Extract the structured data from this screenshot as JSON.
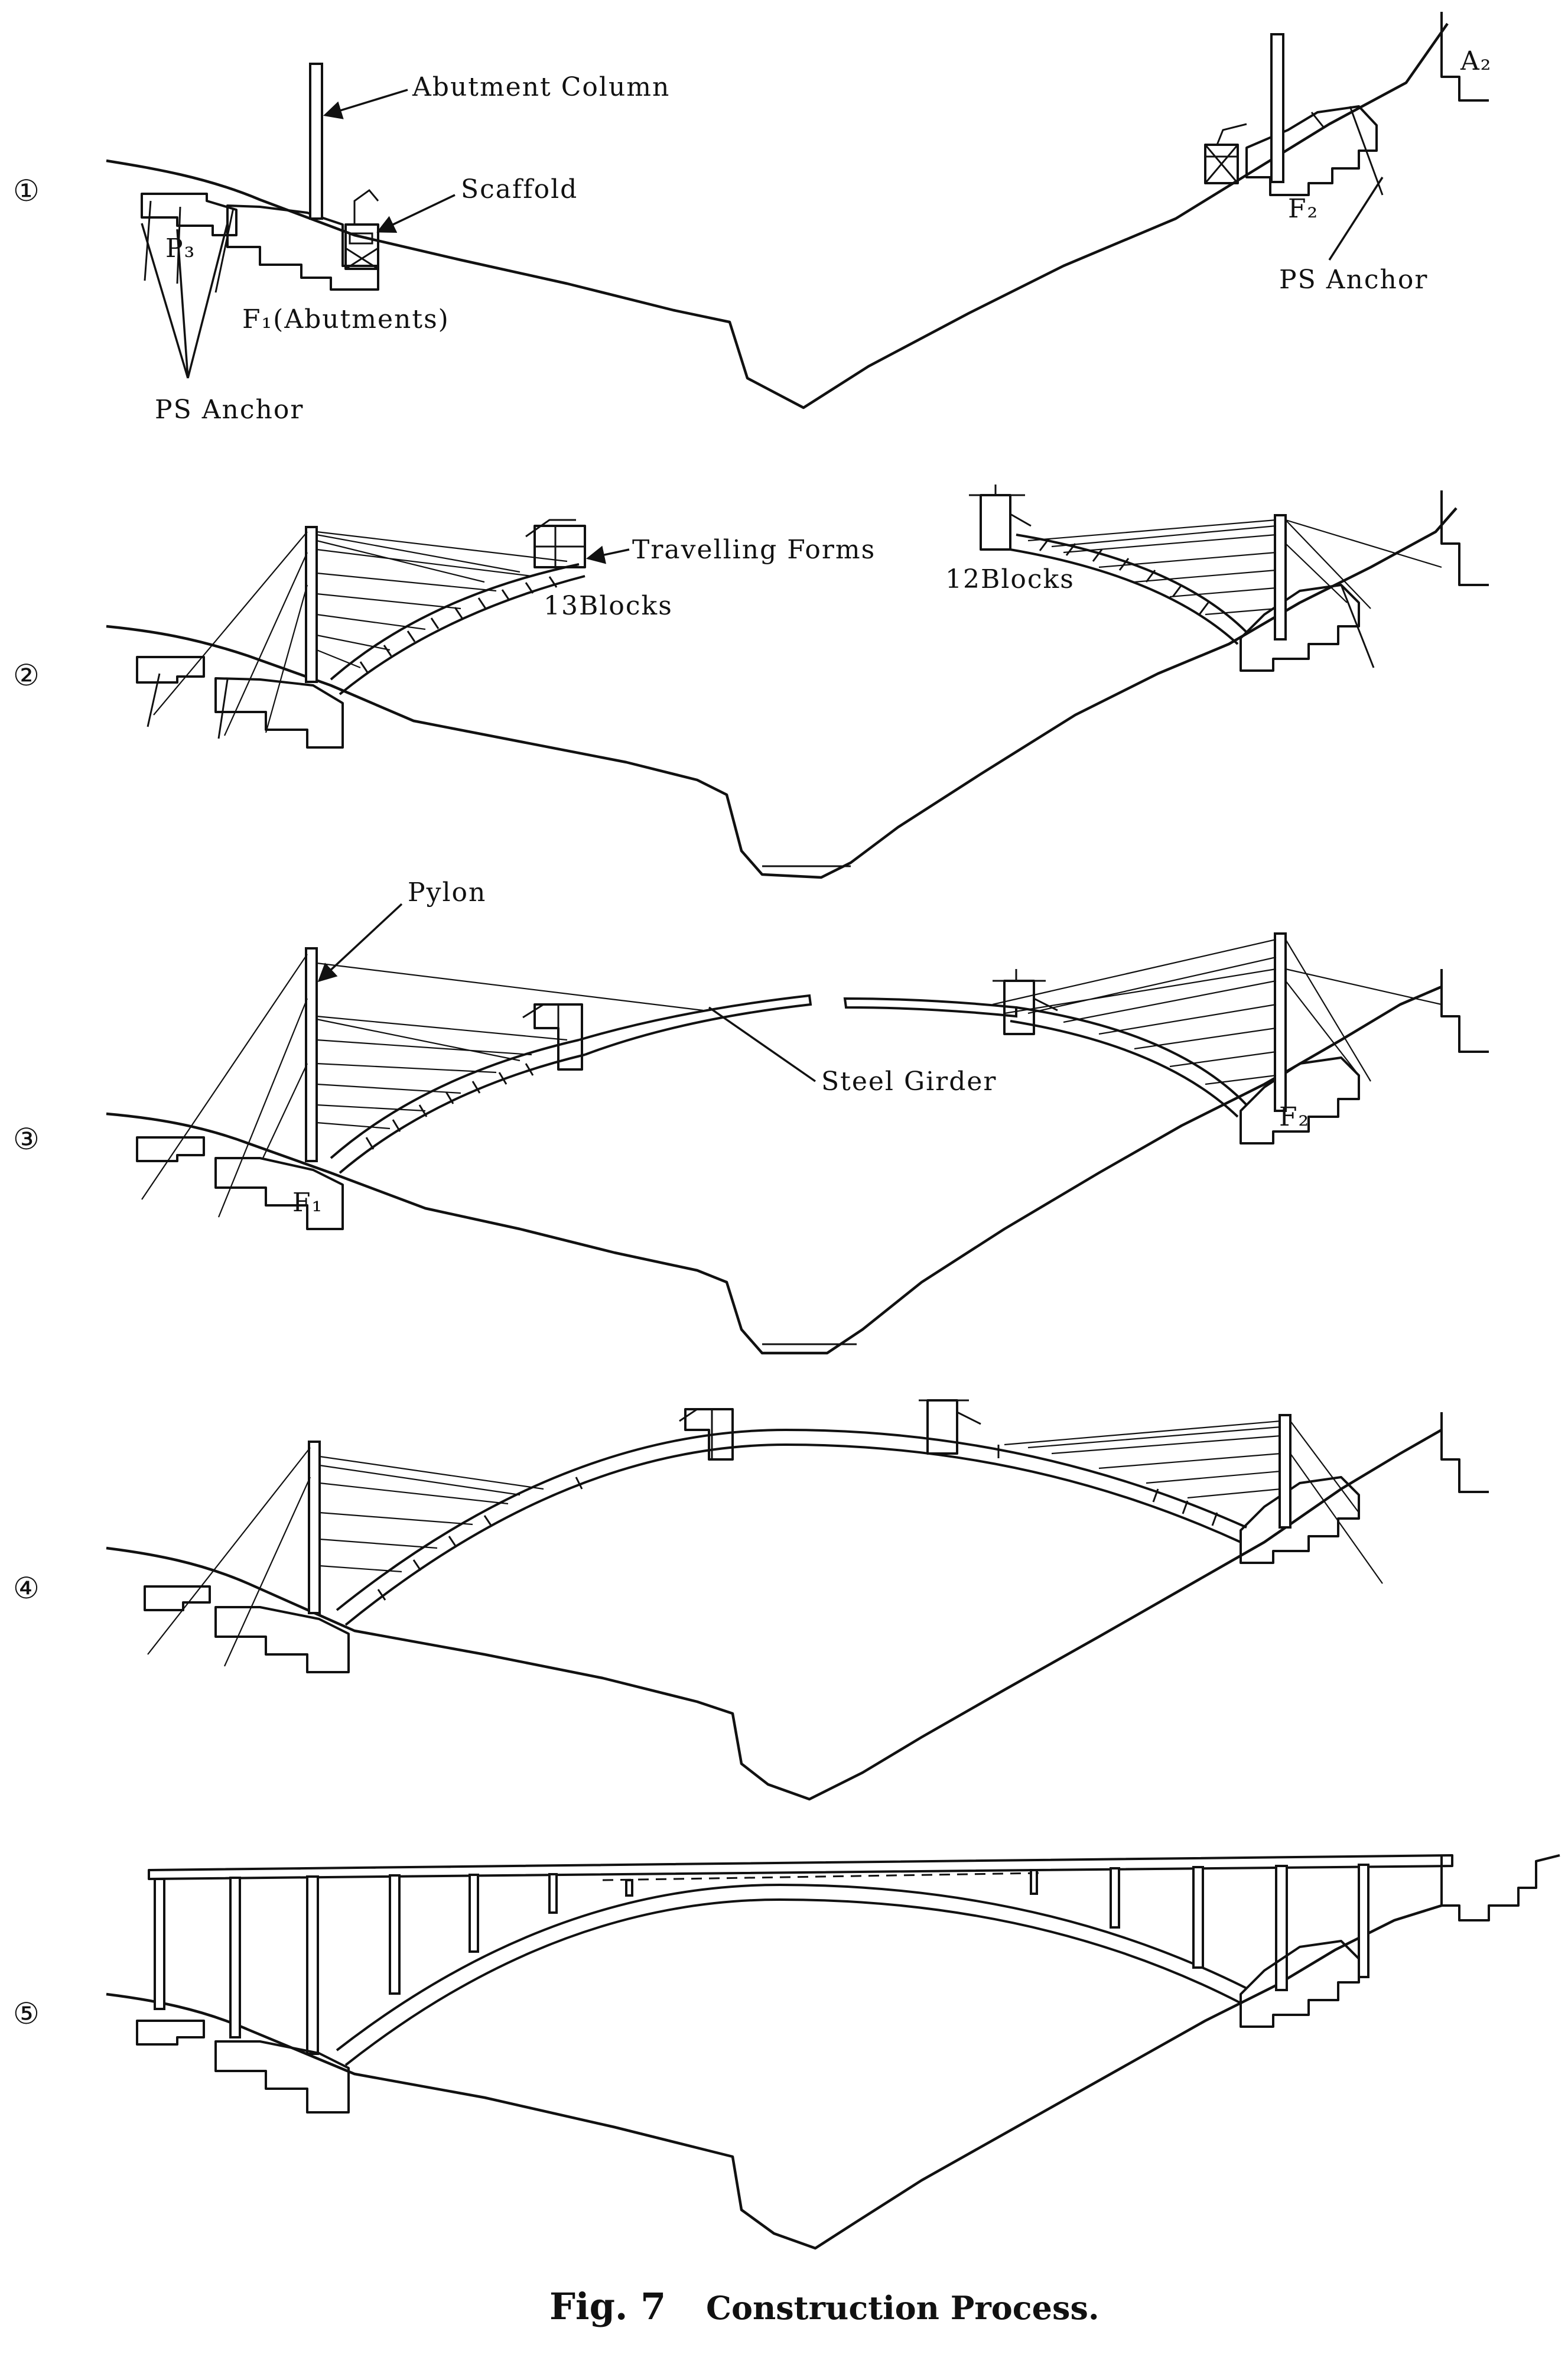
{
  "steps": [
    {
      "number": "①",
      "labels": {
        "abutment_column": "Abutment Column",
        "scaffold": "Scaffold",
        "p3": "P₃",
        "f1_abutments": "F₁(Abutments)",
        "ps_anchor_left": "PS Anchor",
        "a2": "A₂",
        "f2": "F₂",
        "ps_anchor_right": "PS Anchor"
      }
    },
    {
      "number": "②",
      "labels": {
        "travelling_forms": "Travelling Forms",
        "blocks_left": "13Blocks",
        "blocks_right": "12Blocks"
      }
    },
    {
      "number": "③",
      "labels": {
        "pylon": "Pylon",
        "steel_girder": "Steel Girder",
        "f1": "F₁",
        "f2": "F₂"
      }
    },
    {
      "number": "④",
      "labels": {}
    },
    {
      "number": "⑤",
      "labels": {}
    }
  ],
  "caption": {
    "fig_label": "Fig. 7",
    "text": "Construction Process."
  }
}
